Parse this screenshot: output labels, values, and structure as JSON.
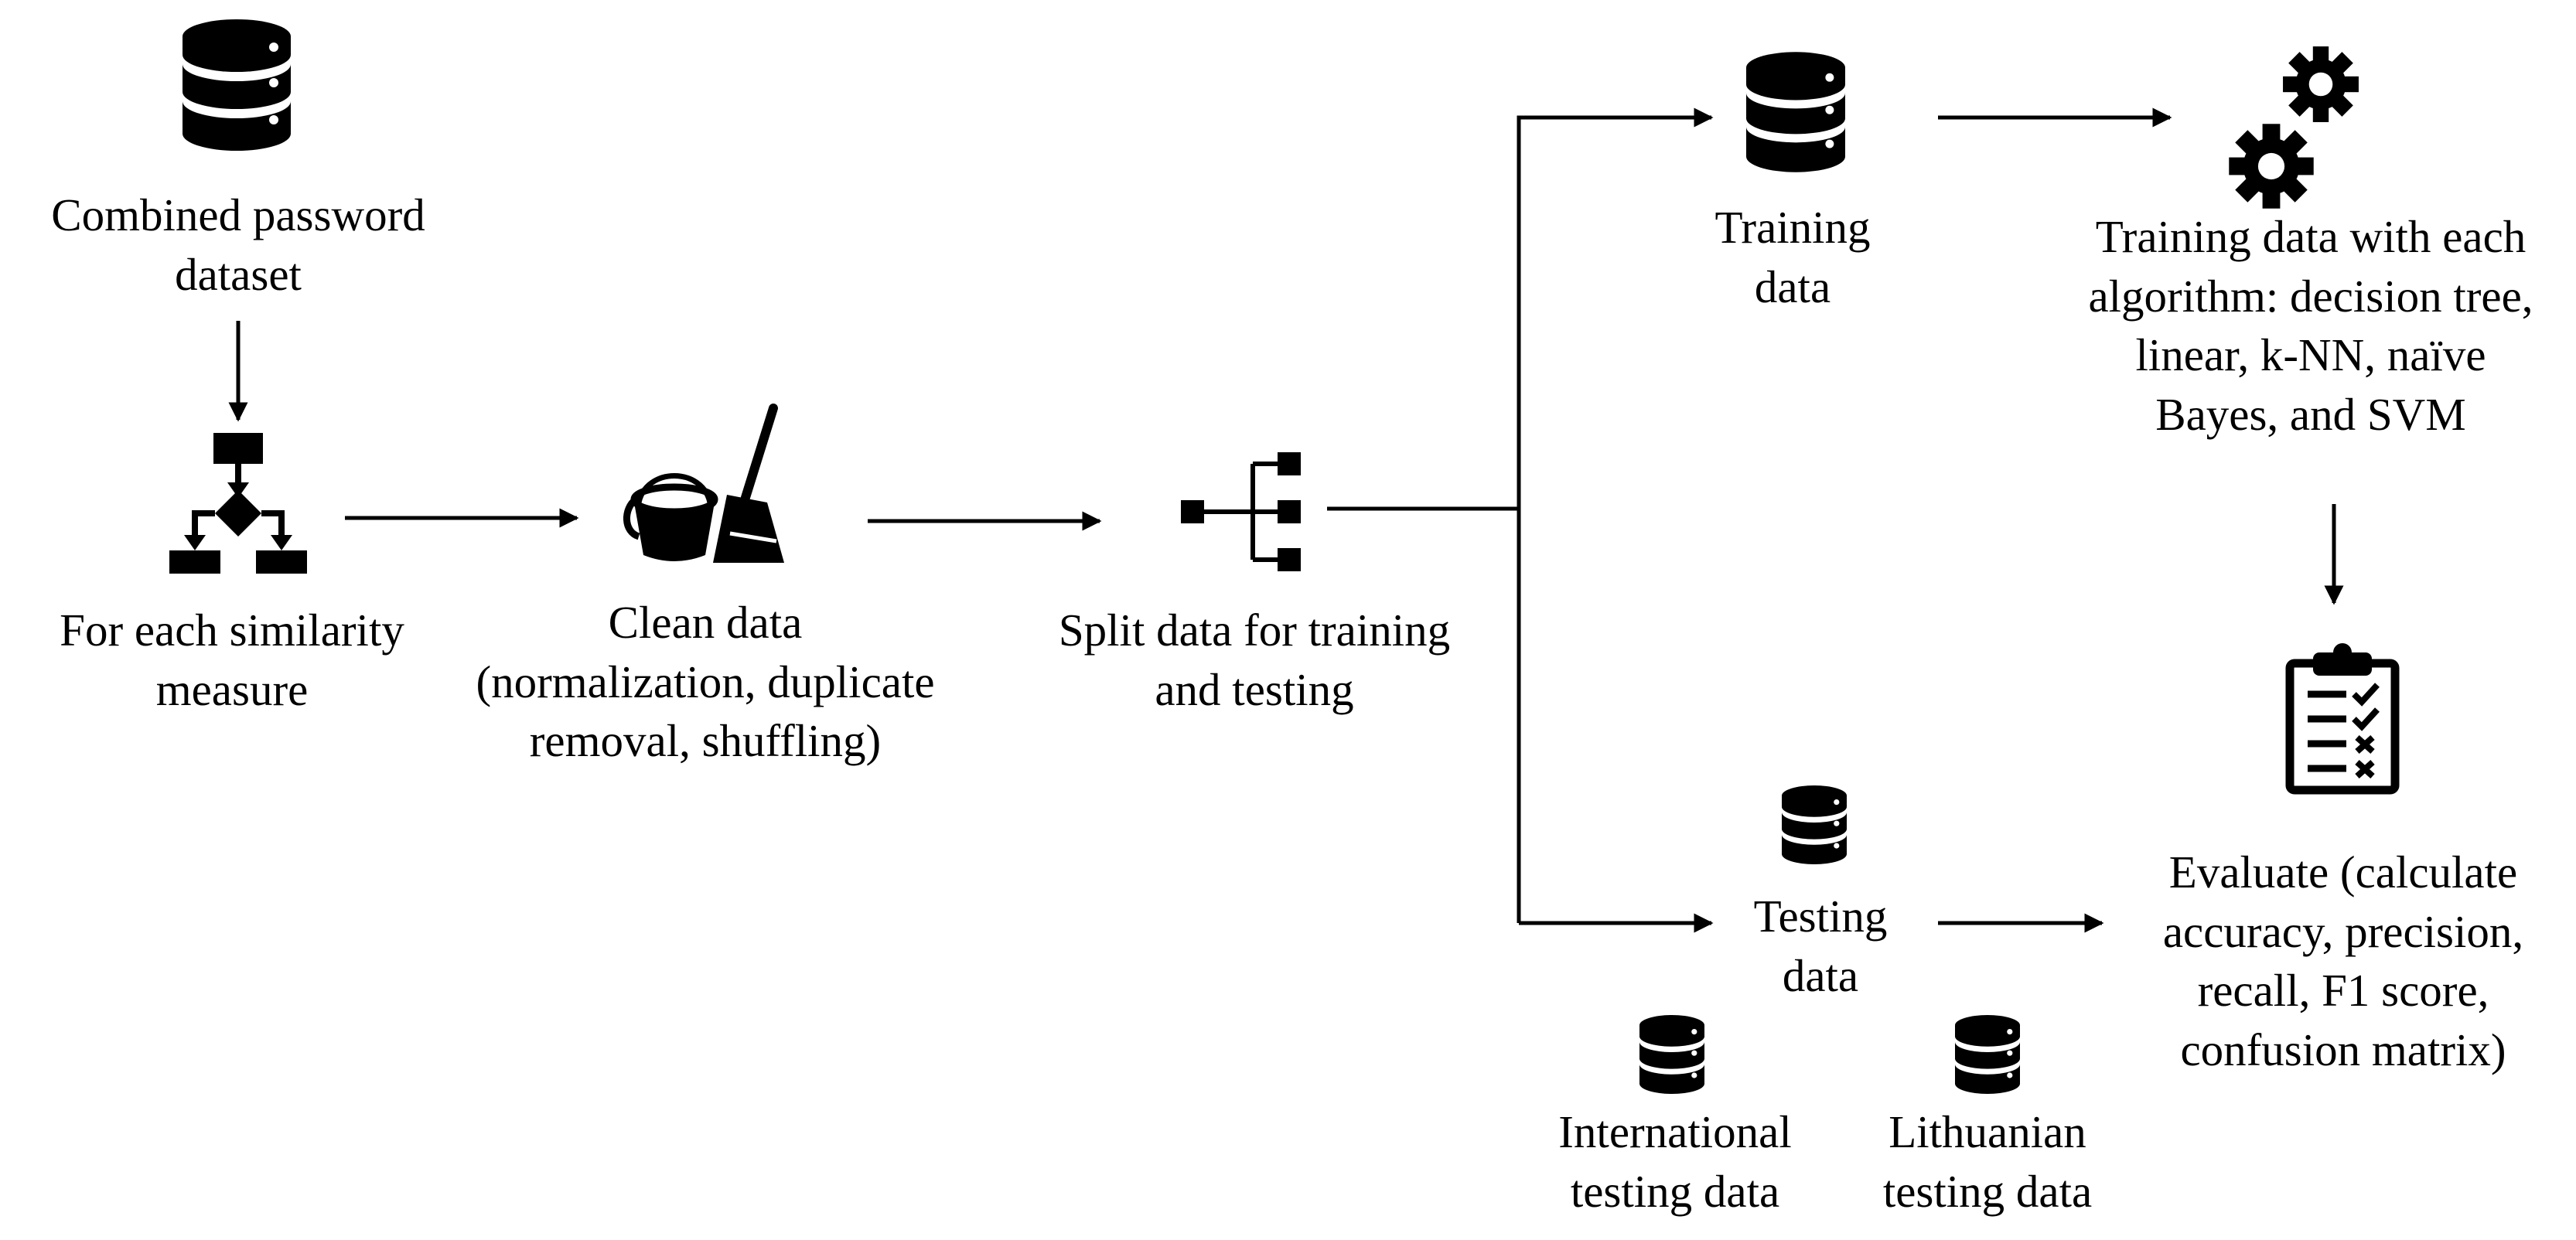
{
  "nodes": {
    "combined_dataset": {
      "lines": [
        "Combined password",
        "dataset"
      ],
      "icon": "database-icon"
    },
    "similarity": {
      "lines": [
        "For each similarity",
        "measure"
      ],
      "icon": "flowchart-icon"
    },
    "clean": {
      "lines": [
        "Clean data",
        "(normalization, duplicate",
        "removal, shuffling)"
      ],
      "icon": "cleaning-icon"
    },
    "split": {
      "lines": [
        "Split data for training",
        "and testing"
      ],
      "icon": "split-icon"
    },
    "training": {
      "lines": [
        "Training",
        "data"
      ],
      "icon": "database-icon"
    },
    "algorithms": {
      "lines": [
        "Training data with each",
        "algorithm: decision tree,",
        "linear, k-NN, naïve",
        "Bayes, and SVM"
      ],
      "icon": "gears-icon"
    },
    "testing": {
      "lines": [
        "Testing",
        "data"
      ],
      "icon": "database-icon"
    },
    "international": {
      "lines": [
        "International",
        "testing data"
      ],
      "icon": "database-icon"
    },
    "lithuanian": {
      "lines": [
        "Lithuanian",
        "testing data"
      ],
      "icon": "database-icon"
    },
    "evaluate": {
      "lines": [
        "Evaluate (calculate",
        "accuracy, precision,",
        "recall, F1 score,",
        "confusion matrix)"
      ],
      "icon": "clipboard-checklist-icon"
    }
  }
}
